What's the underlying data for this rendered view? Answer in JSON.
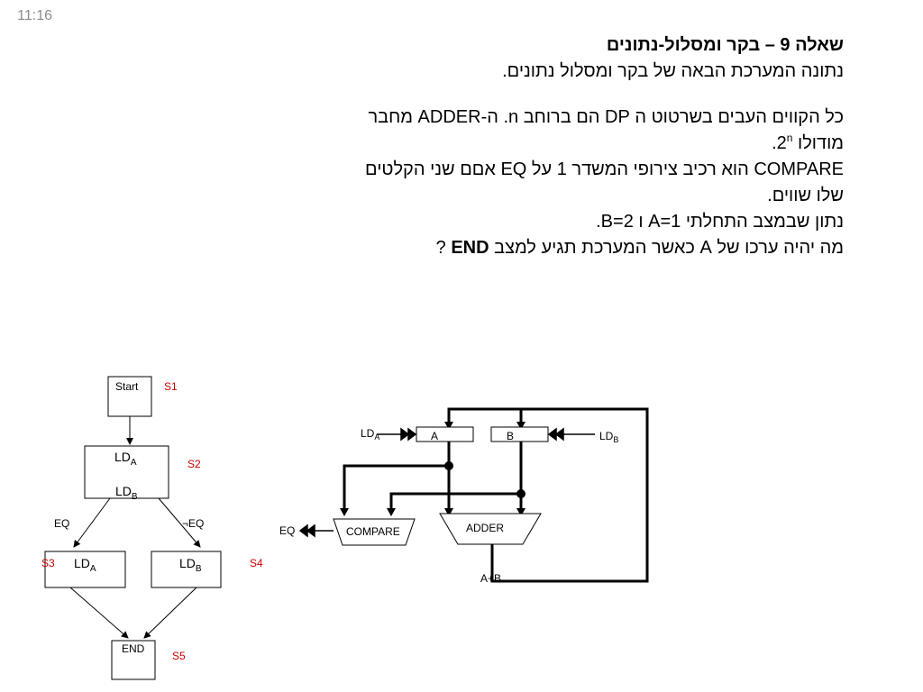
{
  "slide_number": "11:16",
  "question": {
    "title": "שאלה 9 – בקר ומסלול-נתונים",
    "intro": "נתונה המערכת הבאה של בקר ומסלול נתונים.",
    "line1": "כל הקווים העבים בשרטוט ה  DP הם ברוחב n. ה-ADDER מחבר",
    "line2_text": "מודולו 2",
    "line2_sup": "n",
    "line2_end": ".",
    "line3": "COMPARE הוא רכיב צירופי המשדר 1 על EQ  אםם שני הקלטים",
    "line4": "שלו שווים.",
    "line5": "נתון שבמצב  התחלתי A=1 ו B=2.",
    "line6_pre": "מה יהיה ערכו של A כאשר המערכת תגיע למצב ",
    "line6_bold": "END",
    "line6_post": " ?"
  },
  "controller": {
    "start": "Start",
    "s1": "S1",
    "s2_l1": "LD",
    "s2_l1_sub": "A",
    "s2_l2": "LD",
    "s2_l2_sub": "B",
    "s2": "S2",
    "eq": "EQ",
    "not_eq": "¬EQ",
    "s3_text": "LD",
    "s3_sub": "A",
    "s3": "S3",
    "s4_text": "LD",
    "s4_sub": "B",
    "s4": "S4",
    "end": "END",
    "s5": "S5"
  },
  "datapath": {
    "ld_a": "LD",
    "ld_a_sub": "A",
    "reg_a": "A",
    "reg_b": "B",
    "ld_b": "LD",
    "ld_b_sub": "B",
    "eq_out": "EQ",
    "compare": "COMPARE",
    "adder": "ADDER",
    "sum": "A+B"
  },
  "colors": {
    "state_label": "#cc0000",
    "slide_number": "#8c8c8c"
  }
}
